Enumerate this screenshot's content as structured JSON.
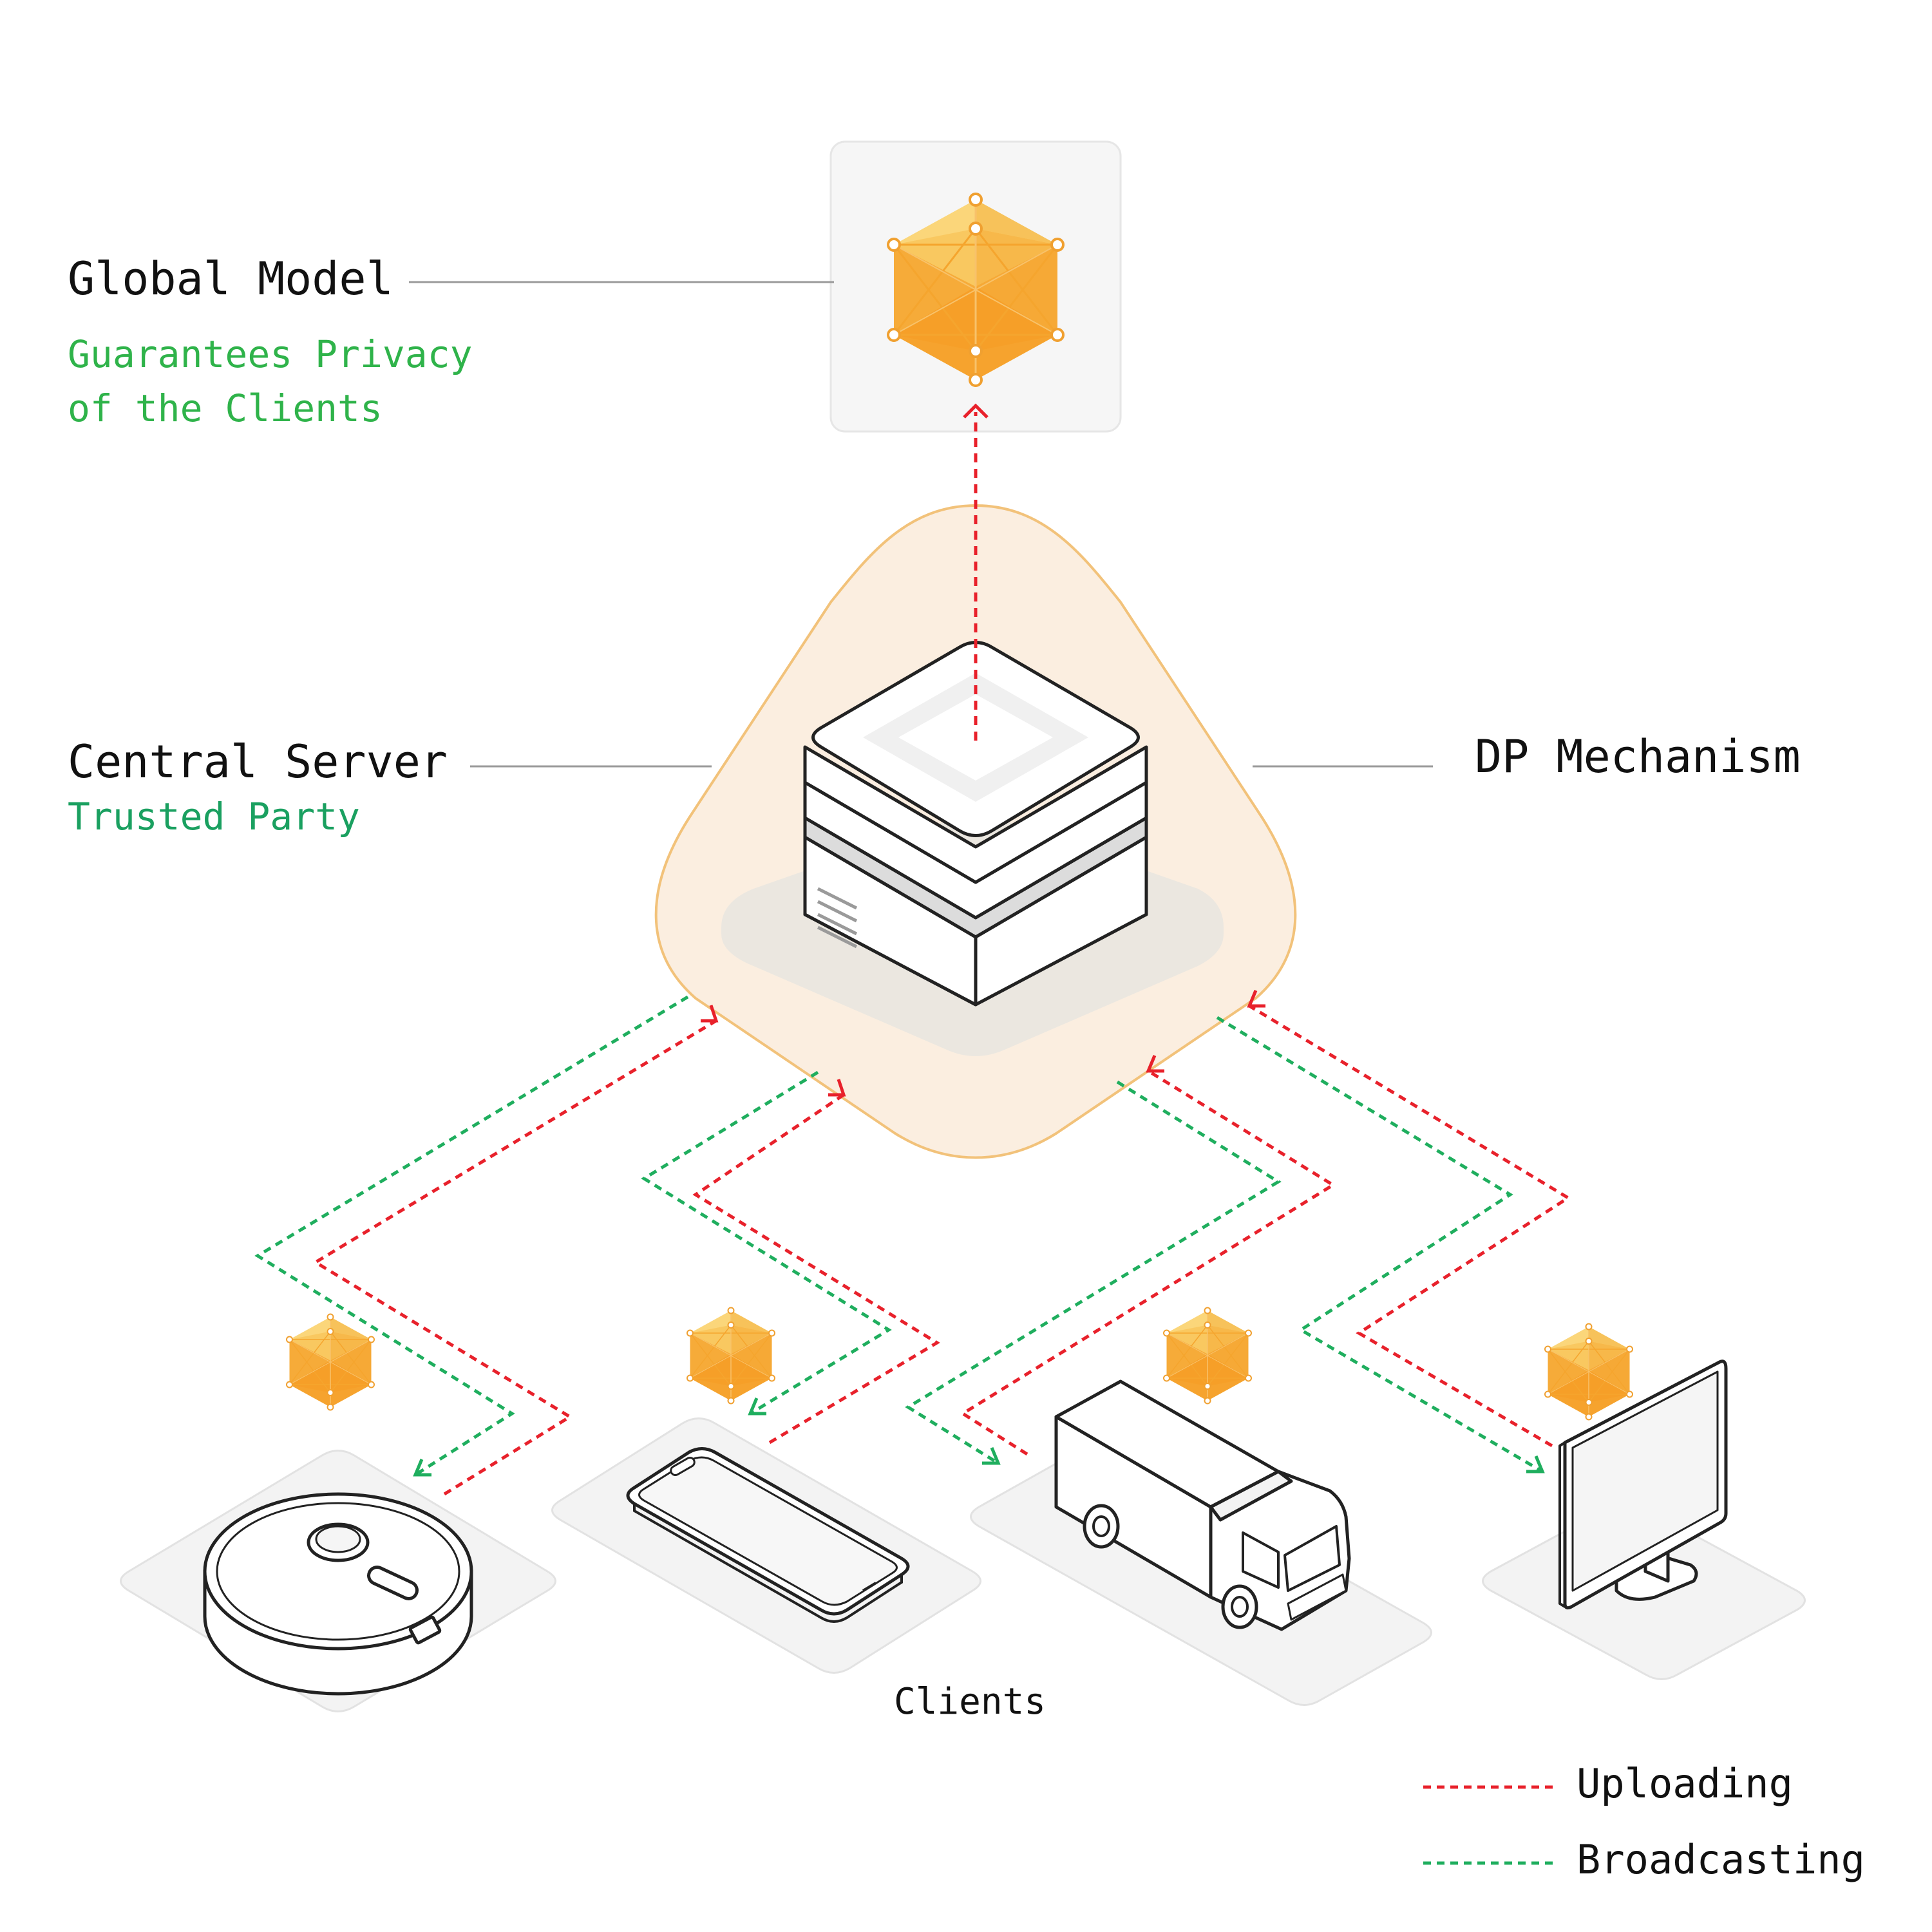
{
  "labels": {
    "global_model": "Global Model",
    "global_model_sub_1": "Guarantees Privacy",
    "global_model_sub_2": "of the Clients",
    "central_server": "Central Server",
    "central_server_sub": "Trusted Party",
    "dp_mechanism": "DP Mechanism",
    "clients": "Clients"
  },
  "legend": [
    {
      "label": "Uploading",
      "color": "#e8212b"
    },
    {
      "label": "Broadcasting",
      "color": "#1fae5e"
    }
  ],
  "clients": [
    {
      "icon": "robot-vacuum-icon"
    },
    {
      "icon": "smartphone-icon"
    },
    {
      "icon": "delivery-van-icon"
    },
    {
      "icon": "monitor-icon"
    }
  ],
  "colors": {
    "upload": "#e8212b",
    "broadcast": "#1fae5e",
    "model": "#f6a623",
    "dp_region": "#fbeee0",
    "dp_region_border": "#f2c27a"
  }
}
